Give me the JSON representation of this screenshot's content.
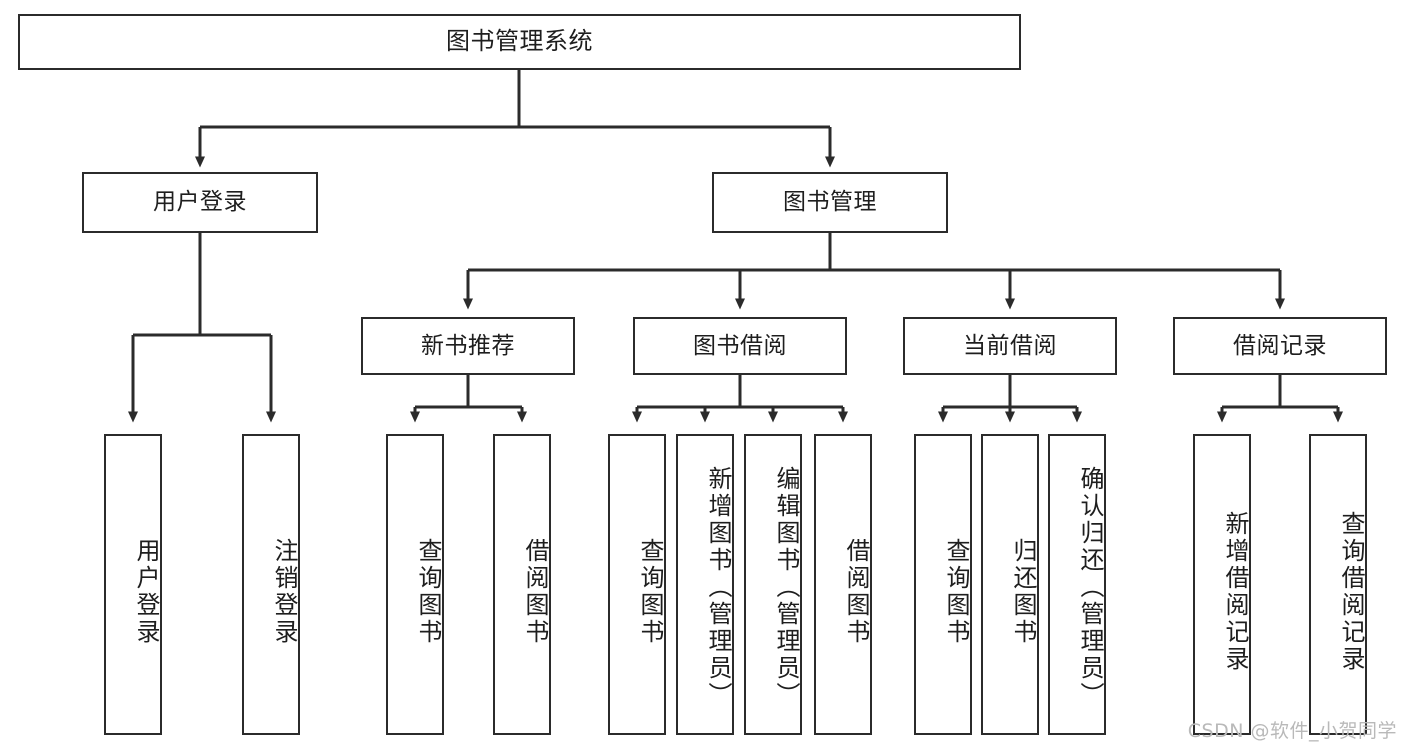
{
  "diagram": {
    "type": "tree-hierarchy",
    "title": "图书管理系统",
    "watermark": "CSDN @软件_小贺同学",
    "colors": {
      "background": "#ffffff",
      "node_fill": "#ffffff",
      "node_border": "#2b2b2b",
      "text": "#1e1e1e",
      "connector": "#2b2b2b",
      "watermark": "#b9b9b9"
    },
    "nodes": {
      "root": {
        "label": "图书管理系统"
      },
      "level1": [
        {
          "id": "user-login",
          "label": "用户登录"
        },
        {
          "id": "book-manage",
          "label": "图书管理"
        }
      ],
      "level2": [
        {
          "id": "new-book-recommend",
          "label": "新书推荐"
        },
        {
          "id": "book-borrow",
          "label": "图书借阅"
        },
        {
          "id": "current-borrow",
          "label": "当前借阅"
        },
        {
          "id": "borrow-record",
          "label": "借阅记录"
        }
      ],
      "leaves_user_login": [
        {
          "id": "leaf-user-login",
          "label": "用户登录"
        },
        {
          "id": "leaf-logout-login",
          "label": "注销登录"
        }
      ],
      "leaves_new_book_recommend": [
        {
          "id": "leaf-query-book-1",
          "label": "查询图书"
        },
        {
          "id": "leaf-borrow-book-1",
          "label": "借阅图书"
        }
      ],
      "leaves_book_borrow": [
        {
          "id": "leaf-query-book-2",
          "label": "查询图书"
        },
        {
          "id": "leaf-add-book",
          "label": "新增图书（管理员）"
        },
        {
          "id": "leaf-edit-book",
          "label": "编辑图书（管理员）"
        },
        {
          "id": "leaf-borrow-book-2",
          "label": "借阅图书"
        }
      ],
      "leaves_current_borrow": [
        {
          "id": "leaf-query-book-3",
          "label": "查询图书"
        },
        {
          "id": "leaf-return-book",
          "label": "归还图书"
        },
        {
          "id": "leaf-confirm-return",
          "label": "确认归还（管理员）"
        }
      ],
      "leaves_borrow_record": [
        {
          "id": "leaf-add-borrow-record",
          "label": "新增借阅记录"
        },
        {
          "id": "leaf-query-borrow-record",
          "label": "查询借阅记录"
        }
      ]
    }
  }
}
